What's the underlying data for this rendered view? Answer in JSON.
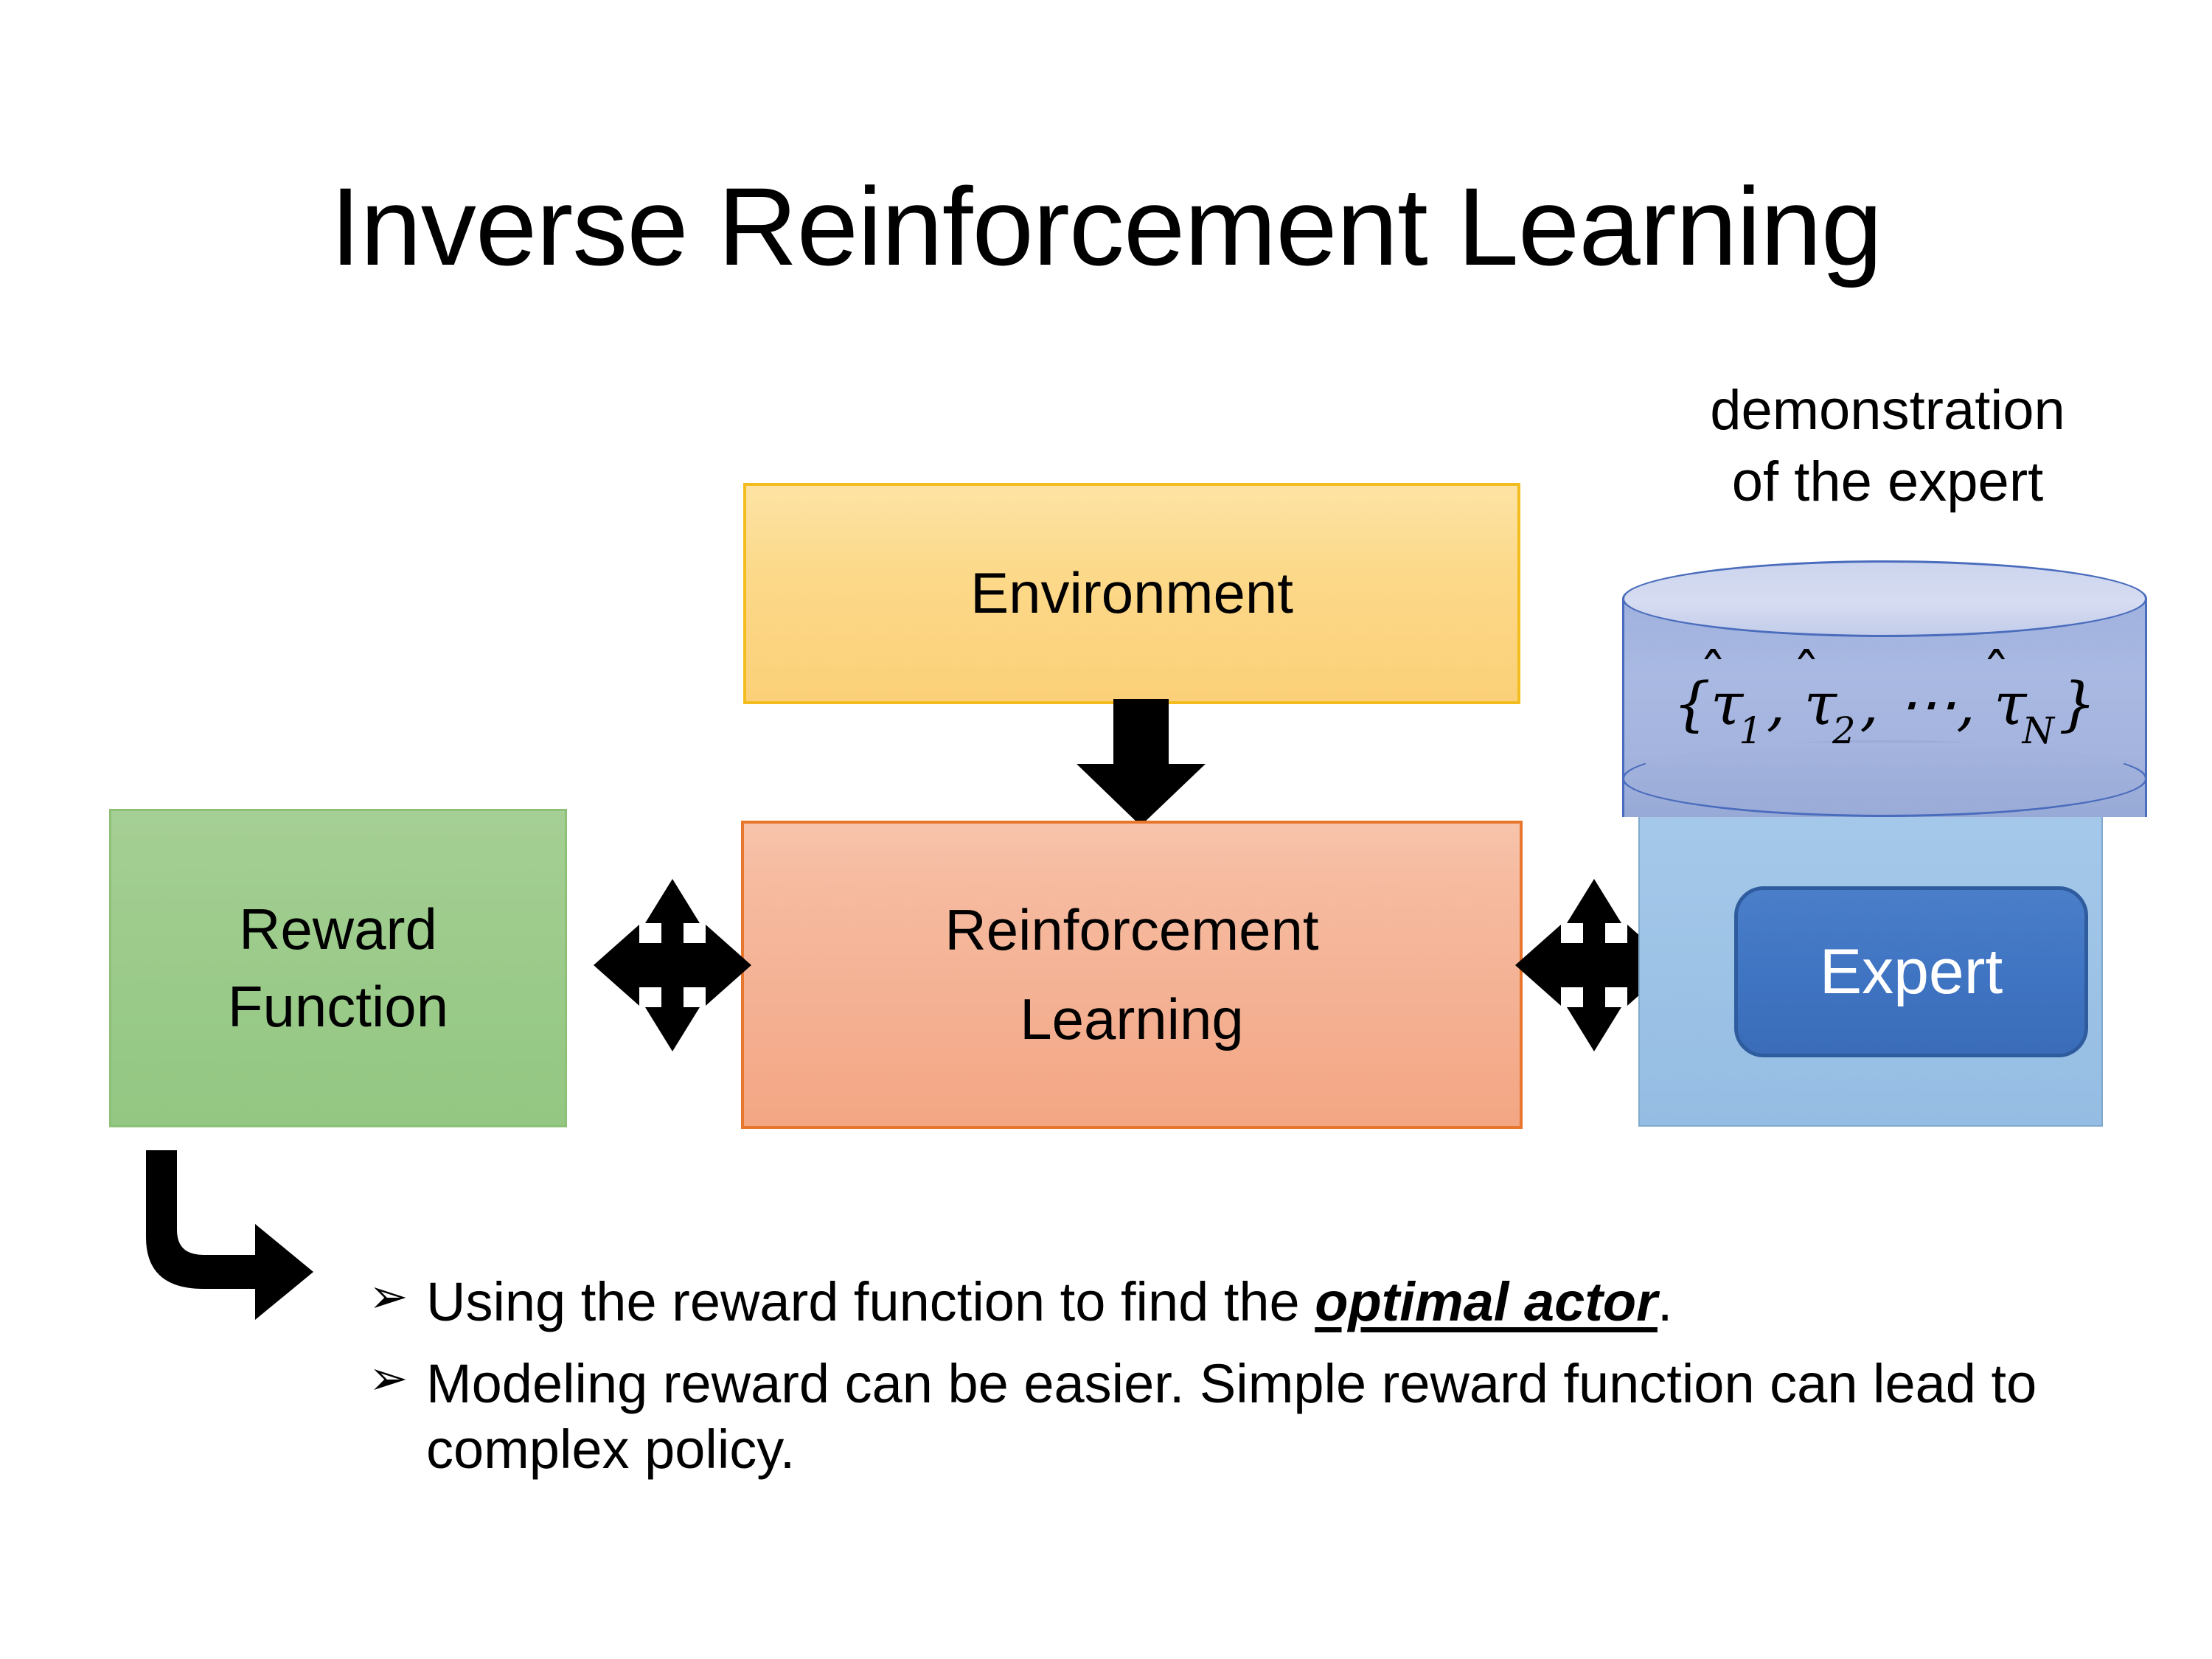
{
  "title": "Inverse Reinforcement Learning",
  "diagram": {
    "environment": {
      "label": "Environment",
      "fill": "#fcd98a",
      "border": "#f3bd20"
    },
    "reinforcement_learning": {
      "label_line1": "Reinforcement",
      "label_line2": "Learning",
      "fill": "#f4b092",
      "border": "#e8762c"
    },
    "reward_function": {
      "label_line1": "Reward",
      "label_line2": "Function",
      "fill": "#9ccb8b",
      "border": "#8cc177"
    },
    "expert": {
      "label": "Expert",
      "fill": "#3f74c2",
      "border": "#2f5c9e",
      "text_color": "#ffffff"
    },
    "expert_container": {
      "fill": "#9dc3e6",
      "border": "#7fa9cd"
    },
    "demonstration": {
      "caption_line1": "demonstration",
      "caption_line2": "of the expert",
      "formula": {
        "open_brace": "{",
        "items": [
          {
            "symbol": "τ",
            "hat": "̂",
            "subscript": "1"
          },
          {
            "symbol": "τ",
            "hat": "̂",
            "subscript": "2"
          },
          {
            "symbol": "⋯",
            "hat": "",
            "subscript": ""
          },
          {
            "symbol": "τ",
            "hat": "̂",
            "subscript": "N"
          }
        ],
        "separator": ",",
        "close_brace": "}",
        "plain_text": "{τ̂1, τ̂2, ⋯, τ̂N}"
      },
      "cylinder_fill": "#a4b4de",
      "cylinder_top_fill": "#d6dcf1",
      "cylinder_border": "#4a6cbd"
    },
    "arrows": {
      "environment_to_rl": "down-arrow-icon",
      "reward_to_rl": "quad-arrow-icon",
      "rl_to_expert": "quad-arrow-icon",
      "reward_to_bullets": "elbow-arrow-icon",
      "color": "#000000"
    }
  },
  "bullets": [
    {
      "marker": "➢",
      "prefix": "Using the reward function to find the ",
      "emphasis": "optimal actor",
      "suffix": "."
    },
    {
      "marker": "➢",
      "prefix": "Modeling reward can be easier. Simple reward function can lead to complex policy.",
      "emphasis": "",
      "suffix": ""
    }
  ]
}
